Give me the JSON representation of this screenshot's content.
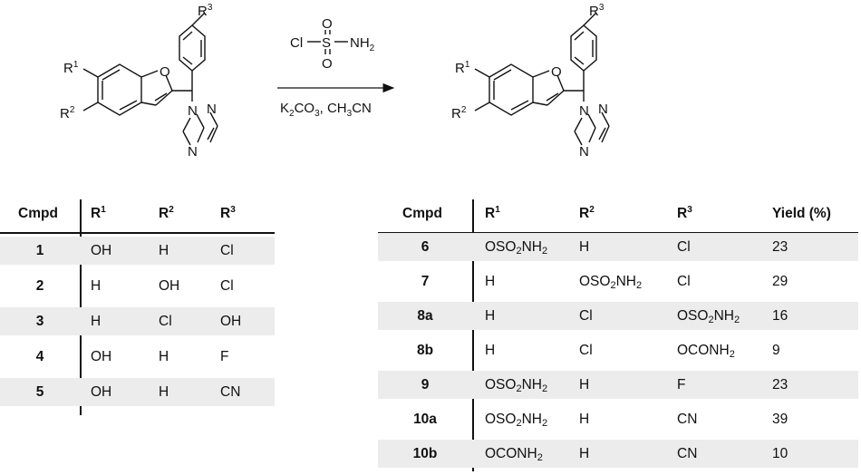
{
  "scheme": {
    "reactant_labels": {
      "r1": "R",
      "r1_sup": "1",
      "r2": "R",
      "r2_sup": "2",
      "r3": "R",
      "r3_sup": "3",
      "o": "O",
      "n1": "N",
      "n2": "N",
      "n3": "N"
    },
    "reagent": {
      "cl": "Cl",
      "s": "S",
      "o_top": "O",
      "o_bottom": "O",
      "nh2": "NH",
      "nh2_sub": "2"
    },
    "conditions": "K2CO3, CH3CN",
    "product_labels": {
      "r1": "R",
      "r1_sup": "1",
      "r2": "R",
      "r2_sup": "2",
      "r3": "R",
      "r3_sup": "3",
      "o": "O",
      "n1": "N",
      "n2": "N",
      "n3": "N"
    }
  },
  "left_table": {
    "headers": [
      "Cmpd",
      "R1",
      "R2",
      "R3"
    ],
    "rows": [
      {
        "cmpd": "1",
        "r1": "OH",
        "r2": "H",
        "r3": "Cl"
      },
      {
        "cmpd": "2",
        "r1": "H",
        "r2": "OH",
        "r3": "Cl"
      },
      {
        "cmpd": "3",
        "r1": "H",
        "r2": "Cl",
        "r3": "OH"
      },
      {
        "cmpd": "4",
        "r1": "OH",
        "r2": "H",
        "r3": "F"
      },
      {
        "cmpd": "5",
        "r1": "OH",
        "r2": "H",
        "r3": "CN"
      }
    ]
  },
  "right_table": {
    "headers": [
      "Cmpd",
      "R1",
      "R2",
      "R3",
      "Yield (%)"
    ],
    "rows": [
      {
        "cmpd": "6",
        "r1": "OSO2NH2",
        "r2": "H",
        "r3": "Cl",
        "yield": "23"
      },
      {
        "cmpd": "7",
        "r1": "H",
        "r2": "OSO2NH2",
        "r3": "Cl",
        "yield": "29"
      },
      {
        "cmpd": "8a",
        "r1": "H",
        "r2": "Cl",
        "r3": "OSO2NH2",
        "yield": "16"
      },
      {
        "cmpd": "8b",
        "r1": "H",
        "r2": "Cl",
        "r3": "OCONH2",
        "yield": "9"
      },
      {
        "cmpd": "9",
        "r1": "OSO2NH2",
        "r2": "H",
        "r3": "F",
        "yield": "23"
      },
      {
        "cmpd": "10a",
        "r1": "OSO2NH2",
        "r2": "H",
        "r3": "CN",
        "yield": "39"
      },
      {
        "cmpd": "10b",
        "r1": "OCONH2",
        "r2": "H",
        "r3": "CN",
        "yield": "10"
      }
    ]
  }
}
